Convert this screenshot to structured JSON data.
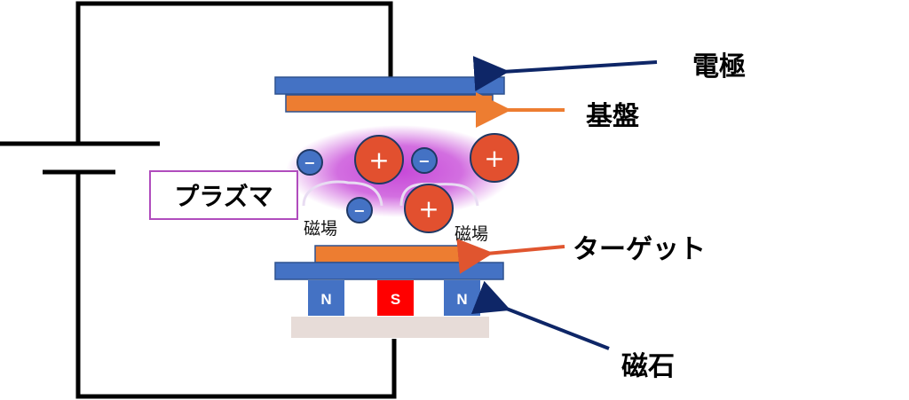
{
  "labels": {
    "electrode": "電極",
    "substrate": "基盤",
    "plasma": "プラズマ",
    "target": "ターゲット",
    "magnet": "磁石",
    "magnetic_field_left": "磁場",
    "magnetic_field_right": "磁場"
  },
  "magnets": [
    "N",
    "S",
    "N"
  ],
  "ions": {
    "positive": "+",
    "negative": "−"
  },
  "colors": {
    "electrode": "#4472c4",
    "substrate": "#ed7d31",
    "target": "#ed7d31",
    "magnet_n": "#4472c4",
    "magnet_s": "#ff0000",
    "magnet_base": "#e7dcd8",
    "plasma": "#c43fd6",
    "positive_ion": "#e2502f",
    "negative_ion": "#4472c4",
    "arrow_navy": "#0e2667",
    "arrow_orange": "#ed7d31",
    "arrow_red": "#e0552f"
  }
}
